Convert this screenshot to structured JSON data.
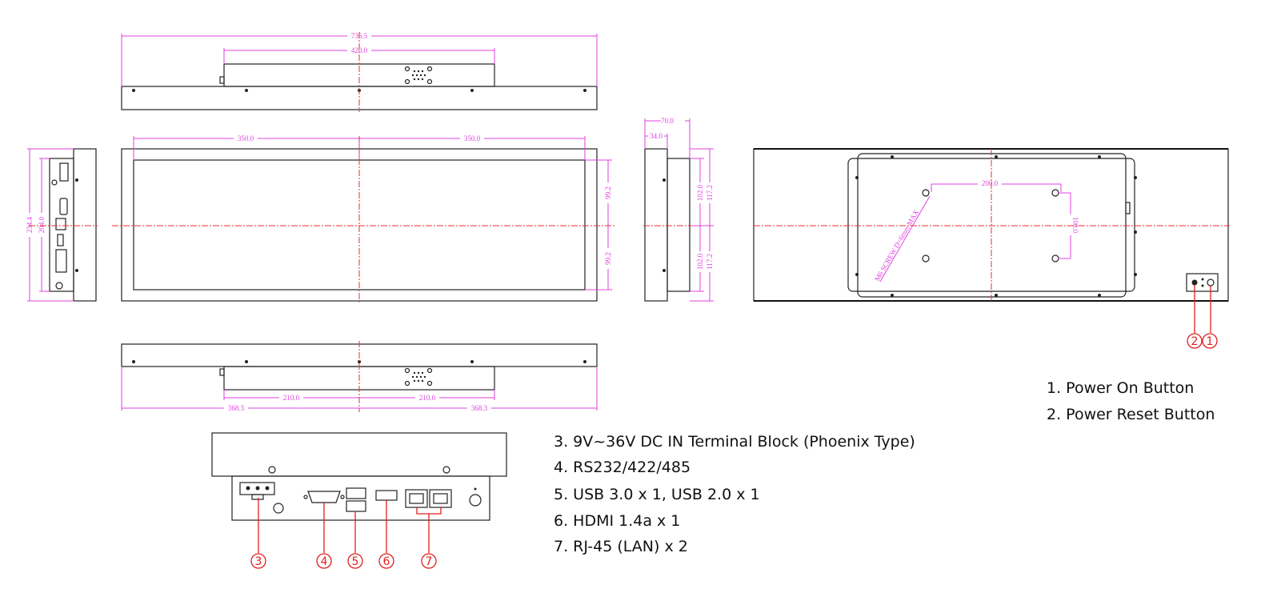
{
  "dimensions": {
    "top_overall_width": "736.5",
    "top_box_width": "420.0",
    "front_half_left": "350.0",
    "front_half_right": "350.0",
    "front_half_height_top": "99.2",
    "front_half_height_bottom": "99.2",
    "left_overall_height": "234.4",
    "left_box_height": "204.0",
    "side_depth_total": "70.0",
    "side_depth_panel": "34.0",
    "side_box_half_top": "102.0",
    "side_box_half_bottom": "102.0",
    "side_overall_half_top": "117.2",
    "side_overall_half_bottom": "117.2",
    "vesa_horizontal": "200.0",
    "vesa_vertical": "100.0",
    "vesa_screw_note": "M6 SCREW D=6mm MAX",
    "bottom_box_half_left": "210.0",
    "bottom_box_half_right": "210.0",
    "bottom_overall_half_left": "368.3",
    "bottom_overall_half_right": "368.3"
  },
  "callouts": [
    "1",
    "2",
    "3",
    "4",
    "5",
    "6",
    "7"
  ],
  "legend": [
    "1. Power On Button",
    "2. Power Reset Button",
    "3. 9V~36V DC IN Terminal Block (Phoenix Type)",
    "4. RS232/422/485",
    "5. USB 3.0 x 1, USB 2.0 x 1",
    "6. HDMI 1.4a x 1",
    "7. RJ-45 (LAN) x 2"
  ],
  "colors": {
    "dimension": "#e040e0",
    "centerline": "#e53030",
    "callout": "#e02020"
  }
}
